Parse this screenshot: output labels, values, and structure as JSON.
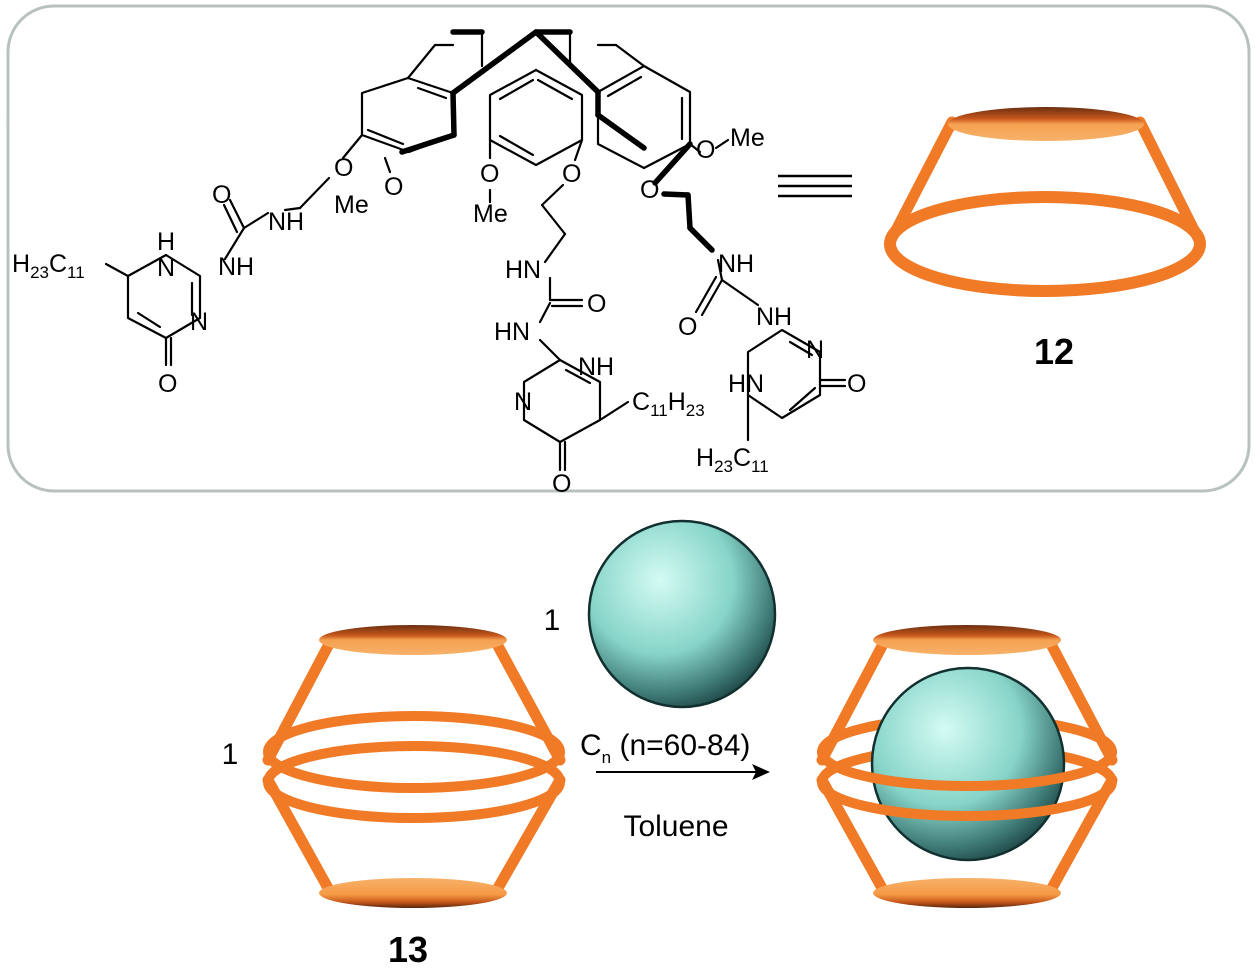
{
  "compounds": {
    "cavitand_label": "12",
    "capsule_label": "13"
  },
  "reaction": {
    "capsule_equiv": "1",
    "fullerene_equiv": "1",
    "reagent_main": "C",
    "reagent_sub": "n",
    "reagent_range": " (n=60-84)",
    "solvent": "Toluene"
  },
  "groups": {
    "alkyl_left": "H",
    "alkyl_left_sub1": "23",
    "alkyl_left_c": "C",
    "alkyl_left_sub2": "11",
    "alkyl_right_c": "C",
    "alkyl_right_sub1": "11",
    "alkyl_right_h": "H",
    "alkyl_right_sub2": "23",
    "methoxy": "Me",
    "oxygen": "O",
    "nitrogen": "N",
    "nh": "NH",
    "hn": "HN",
    "h": "H",
    "equivalence": "≡"
  },
  "colors": {
    "cage": "#f07a26",
    "cap_top": "#f5a050",
    "cap_dark": "#6a2e10",
    "fullerene_light": "#d4fbf4",
    "fullerene_mid": "#86d4c8",
    "fullerene_dark": "#1f4a48",
    "frame": "#b8c2bc"
  }
}
